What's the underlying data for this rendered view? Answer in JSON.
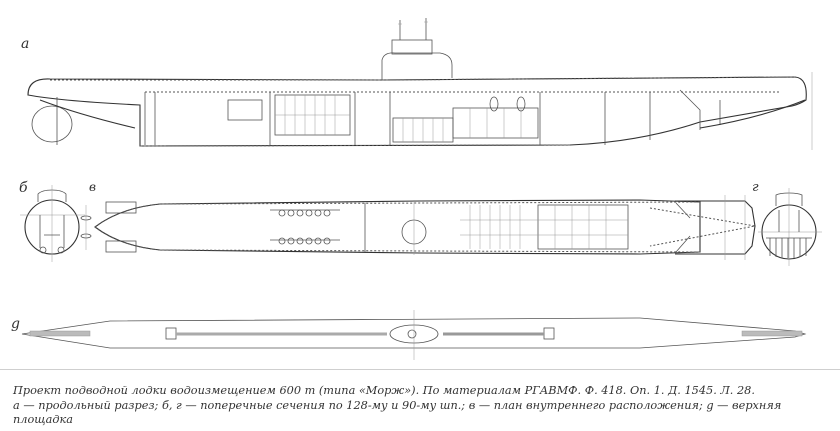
{
  "figure": {
    "views": [
      {
        "id": "a",
        "label": "а",
        "description": "продольный разрез"
      },
      {
        "id": "b",
        "label": "б",
        "description": "поперечное сечение по 128-му шп."
      },
      {
        "id": "v",
        "label": "в",
        "description": "план внутреннего расположения"
      },
      {
        "id": "g",
        "label": "г",
        "description": "поперечное сечение по 90-му шп."
      },
      {
        "id": "d",
        "label": "g",
        "description": "верхняя площадка"
      }
    ]
  },
  "caption": {
    "line1": "Проект подводной лодки водоизмещением 600 т (типа «Морж»). По материалам РГАВМФ. Ф. 418. Оп. 1. Д. 1545. Л. 28.",
    "line2": "а — продольный разрез; б, г — поперечные сечения по 128-му и 90-му шп.; в — план внутреннего расположения; g — верхняя",
    "line3": "площадка"
  },
  "colors": {
    "background": "#ffffff",
    "ink": "#333333",
    "rule": "#cfcfcf"
  }
}
